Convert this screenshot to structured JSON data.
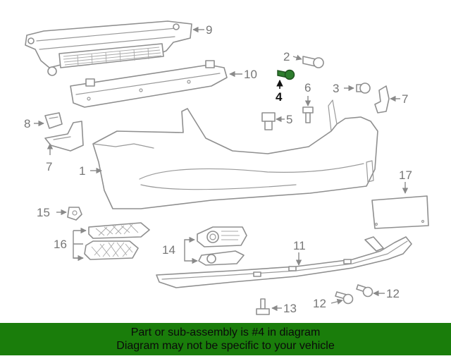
{
  "callouts": {
    "c1": "1",
    "c2": "2",
    "c3": "3",
    "c4": "4",
    "c5": "5",
    "c6": "6",
    "c7a": "7",
    "c7b": "7",
    "c8": "8",
    "c9": "9",
    "c10": "10",
    "c11": "11",
    "c12a": "12",
    "c12b": "12",
    "c13": "13",
    "c14": "14",
    "c15": "15",
    "c16": "16",
    "c17": "17"
  },
  "highlighted_part": "4",
  "colors": {
    "banner": "#1a7d0b",
    "highlight_part": "#2e7d2e",
    "line": "#8f8f8f"
  },
  "banner": {
    "line1": "Part or sub-assembly is #4 in diagram",
    "line2": "Diagram may not be specific to your vehicle"
  }
}
